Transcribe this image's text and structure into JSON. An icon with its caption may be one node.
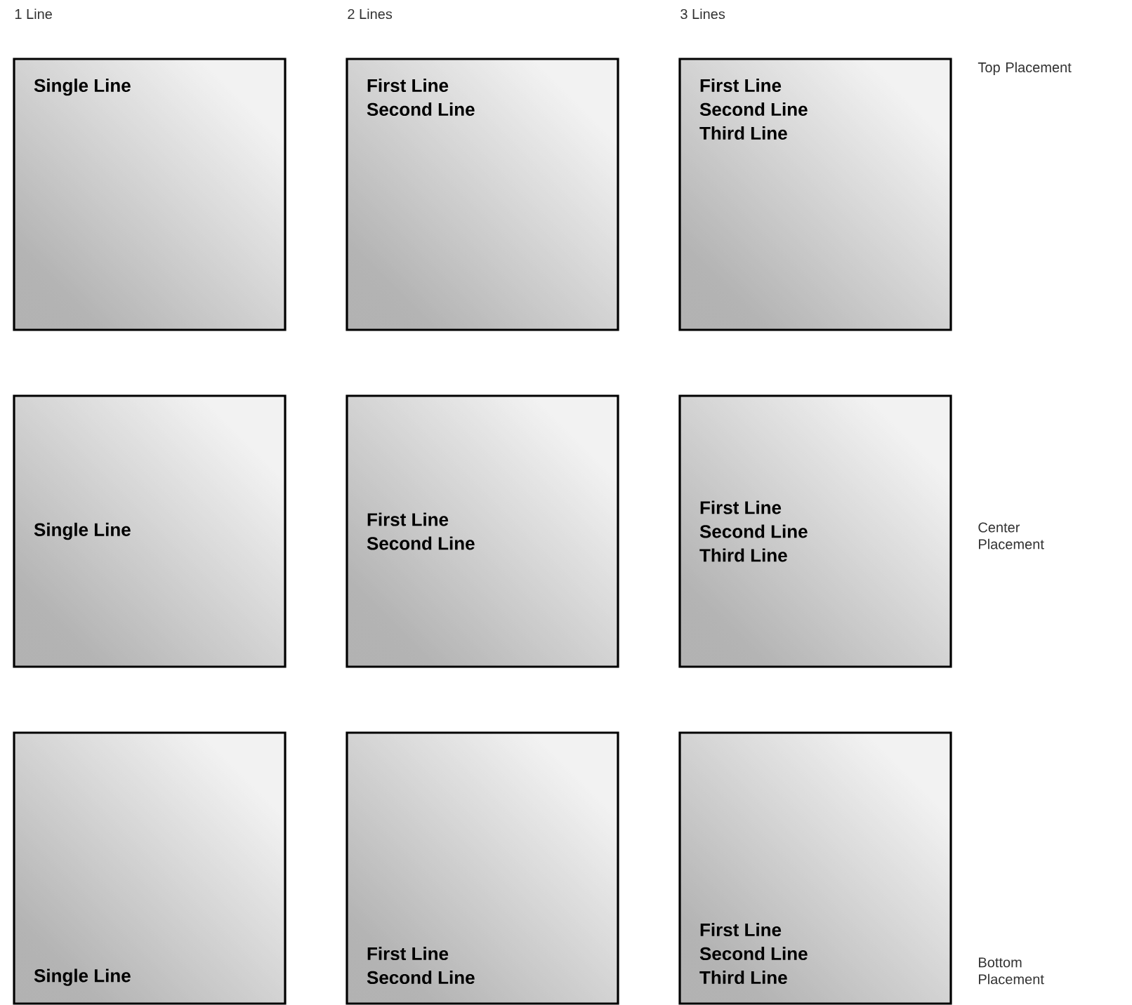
{
  "diagram": {
    "nodes": [
      {
        "text": [
          "Single Line"
        ]
      },
      {
        "text": [
          "First Line",
          "Second Line"
        ]
      },
      {
        "text": [
          "First Line",
          "Second Line",
          "Third Line"
        ]
      },
      {
        "text": [
          "Single Line"
        ]
      },
      {
        "text": [
          "First Line",
          "Second Line"
        ]
      },
      {
        "text": [
          "First Line",
          "Second Line",
          "Third Line"
        ]
      },
      {
        "text": [
          "Single Line"
        ]
      },
      {
        "text": [
          "First Line",
          "Second Line"
        ]
      },
      {
        "text": [
          "First Line",
          "Second Line",
          "Third Line"
        ]
      }
    ],
    "labels": [
      "1 Line",
      "2 Lines",
      "3 Lines",
      "Top Placement",
      "Center Placement",
      "Bottom Placement"
    ]
  }
}
